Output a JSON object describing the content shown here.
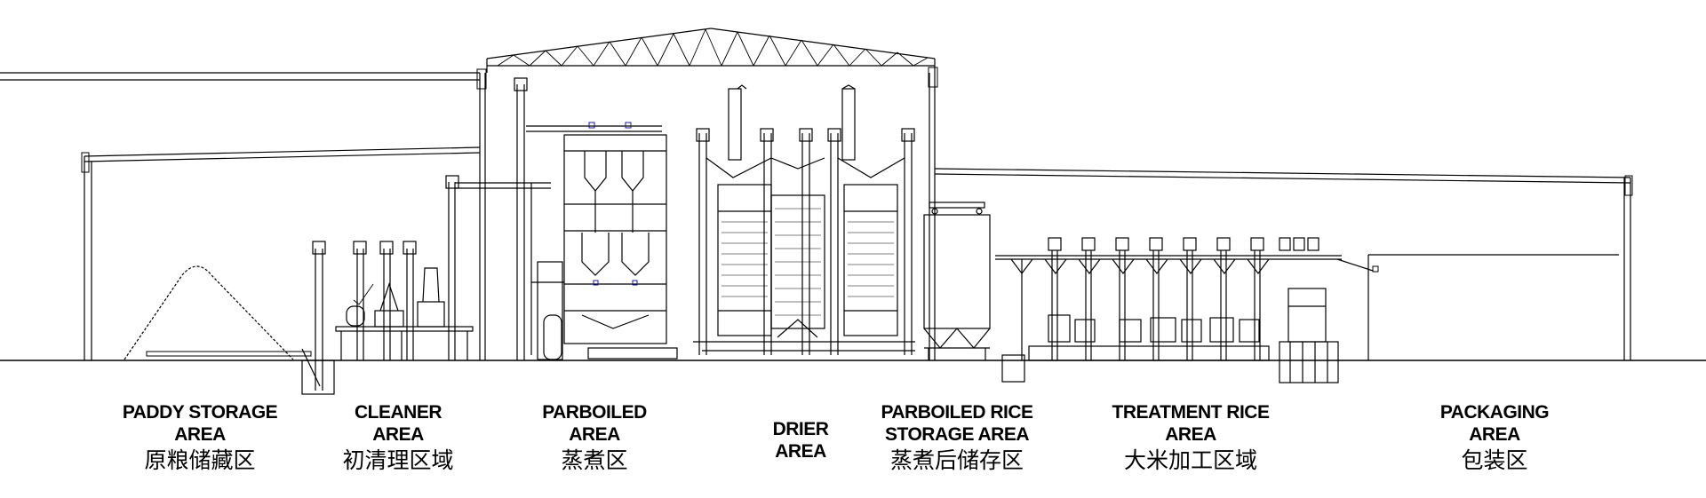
{
  "areas": [
    {
      "en1": "PADDY STORAGE",
      "en2": "AREA",
      "cn": "原粮储藏区"
    },
    {
      "en1": "CLEANER",
      "en2": "AREA",
      "cn": "初清理区域"
    },
    {
      "en1": "PARBOILED",
      "en2": "AREA",
      "cn": "蒸煮区"
    },
    {
      "en1": "DRIER",
      "en2": "AREA",
      "cn": ""
    },
    {
      "en1": "PARBOILED RICE",
      "en2": "STORAGE AREA",
      "cn": "蒸煮后储存区"
    },
    {
      "en1": "TREATMENT RICE",
      "en2": "AREA",
      "cn": "大米加工区域"
    },
    {
      "en1": "PACKAGING",
      "en2": "AREA",
      "cn": "包装区"
    }
  ],
  "colors": {
    "line": "#000000",
    "accent": "#1a1aa6",
    "background": "#ffffff"
  }
}
